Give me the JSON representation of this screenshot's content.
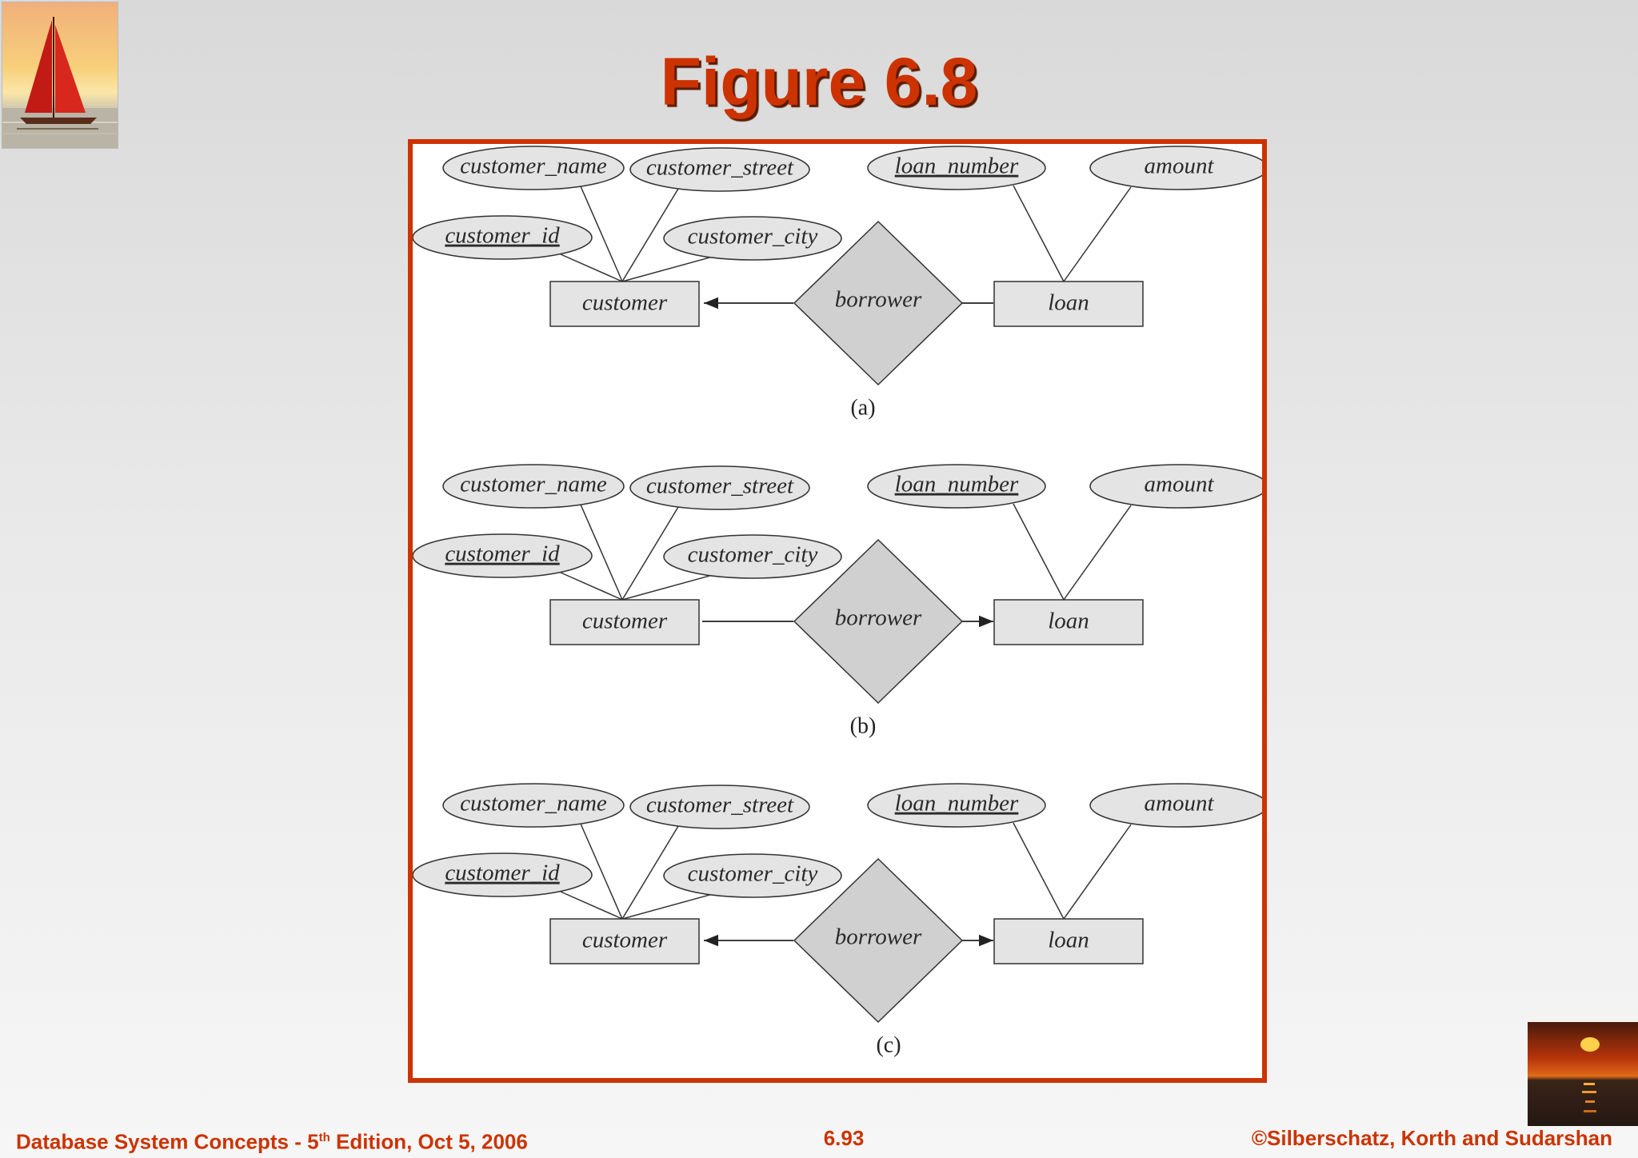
{
  "slide": {
    "title": "Figure 6.8",
    "footer_left": {
      "before": "Database System Concepts - 5",
      "sup": "th",
      "after": " Edition, Oct 5, 2006"
    },
    "footer_center": "6.93",
    "footer_right": "©Silberschatz, Korth and Sudarshan"
  },
  "diagram": {
    "panels": [
      {
        "caption": "(a)",
        "customer_attributes": [
          "customer_name",
          "customer_street",
          "customer_id",
          "customer_city"
        ],
        "customer_key": "customer_id",
        "loan_attributes": [
          "loan_number",
          "amount"
        ],
        "loan_key": "loan_number",
        "entity_left": "customer",
        "relationship": "borrower",
        "entity_right": "loan",
        "arrow_to_left": true,
        "arrow_to_right": false
      },
      {
        "caption": "(b)",
        "customer_attributes": [
          "customer_name",
          "customer_street",
          "customer_id",
          "customer_city"
        ],
        "customer_key": "customer_id",
        "loan_attributes": [
          "loan_number",
          "amount"
        ],
        "loan_key": "loan_number",
        "entity_left": "customer",
        "relationship": "borrower",
        "entity_right": "loan",
        "arrow_to_left": false,
        "arrow_to_right": true
      },
      {
        "caption": "(c)",
        "customer_attributes": [
          "customer_name",
          "customer_street",
          "customer_id",
          "customer_city"
        ],
        "customer_key": "customer_id",
        "loan_attributes": [
          "loan_number",
          "amount"
        ],
        "loan_key": "loan_number",
        "entity_left": "customer",
        "relationship": "borrower",
        "entity_right": "loan",
        "arrow_to_left": true,
        "arrow_to_right": true
      }
    ],
    "colors": {
      "frame": "#cc3300",
      "shape_fill_light": "#e4e4e4",
      "shape_fill_mid": "#d0d0d0",
      "stroke": "#333333"
    }
  }
}
